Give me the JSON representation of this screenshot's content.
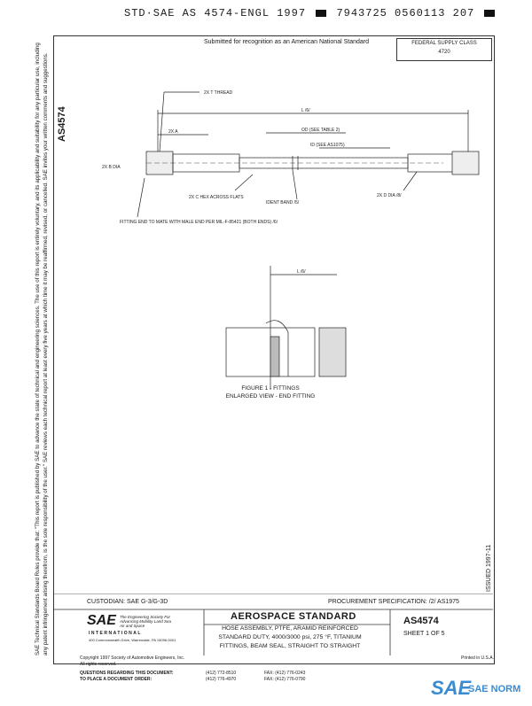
{
  "header": {
    "line_a": "STD·SAE AS 4574-ENGL 1997",
    "line_b": "7943725 0560113 207"
  },
  "submitted": "Submitted for recognition as an American National Standard",
  "supply_class": {
    "label": "FEDERAL SUPPLY CLASS",
    "value": "4720"
  },
  "doc_id": "AS4574",
  "disclaimer": "SAE Technical Standards Board Rules provide that: \"This report is published by SAE to advance the state of technical and engineering sciences. The use of this report is entirely voluntary, and its applicability and suitability for any particular use, including any patent infringement arising therefrom, is the sole responsibility of the user.\" SAE reviews each technical report at least every five years at which time it may be reaffirmed, revised, or cancelled. SAE invites your written comments and suggestions.",
  "labels": {
    "thread": "2X T THREAD",
    "l_dim": "L /6/",
    "od": "OD (SEE TABLE 2)",
    "id": "ID (SEE AS1075)",
    "a_dim": "2X A",
    "b_dim": "2X B DIA",
    "c_dim": "2X C HEX ACROSS FLATS",
    "ident": "IDENT BAND /5/",
    "d_dim": "2X D DIA /8/",
    "fitting_end": "FITTING END TO MATE WITH MALE END PER MIL-F-85421 (BOTH ENDS) /6/",
    "l_enlarged": "L /6/"
  },
  "figure": {
    "line1": "FIGURE 1 - FITTINGS",
    "line2": "ENLARGED VIEW - END FITTING"
  },
  "issued": "ISSUED 1997-11",
  "custodian": "CUSTODIAN: SAE G-3/G-3D",
  "procurement": "PROCUREMENT SPECIFICATION: /2/ AS1975",
  "sae": {
    "logo": "SAE",
    "tagline": "The Engineering Society For Advancing Mobility Land Sea Air and Space",
    "intl": "INTERNATIONAL",
    "address": "400 Commonwealth Drive, Warrendale, PA 15096-0001"
  },
  "standard": {
    "title": "AEROSPACE STANDARD",
    "desc": "HOSE ASSEMBLY, PTFE, ARAMID REINFORCED STANDARD DUTY, 4000/3000 psi, 275 °F, TITANIUM FITTINGS, BEAM SEAL, STRAIGHT TO STRAIGHT",
    "number": "AS4574",
    "sheet": "SHEET 1 OF 5"
  },
  "footer": {
    "copyright": "Copyright 1997 Society of Automotive Engineers, Inc.",
    "rights": "All rights reserved.",
    "printed": "Printed in U.S.A.",
    "q1": "QUESTIONS REGARDING THIS DOCUMENT:",
    "q2": "TO PLACE A DOCUMENT ORDER:",
    "ph1": "(412) 772-8510",
    "ph2": "(412) 776-4970",
    "fax1": "FAX: (412) 776-0243",
    "fax2": "FAX: (412) 776-0790"
  },
  "watermark": {
    "logo": "SAE",
    "text": "SAE NORM"
  }
}
